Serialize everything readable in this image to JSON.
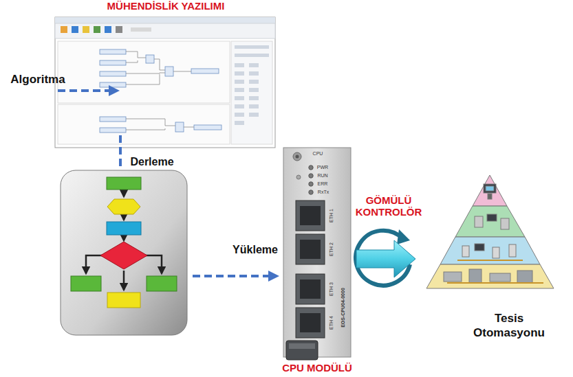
{
  "diagram": {
    "nodes": [
      {
        "text": [
          "MÜHENDİSLİK YAZILIMI"
        ]
      },
      {
        "text": [
          "CPU MODÜLÜ"
        ]
      },
      {
        "text": [
          "Tesis Otomasyonu"
        ]
      }
    ],
    "labels": [
      "Algoritma",
      "Derleme",
      "Yükleme",
      "GÖMÜLÜ KONTROLÖR",
      "CPU",
      "PWR",
      "RUN",
      "ERR",
      "RxTx",
      "ETH 1",
      "ETH 2",
      "ETH 3",
      "ETH 4",
      "EOS-CPU04-0000"
    ]
  }
}
